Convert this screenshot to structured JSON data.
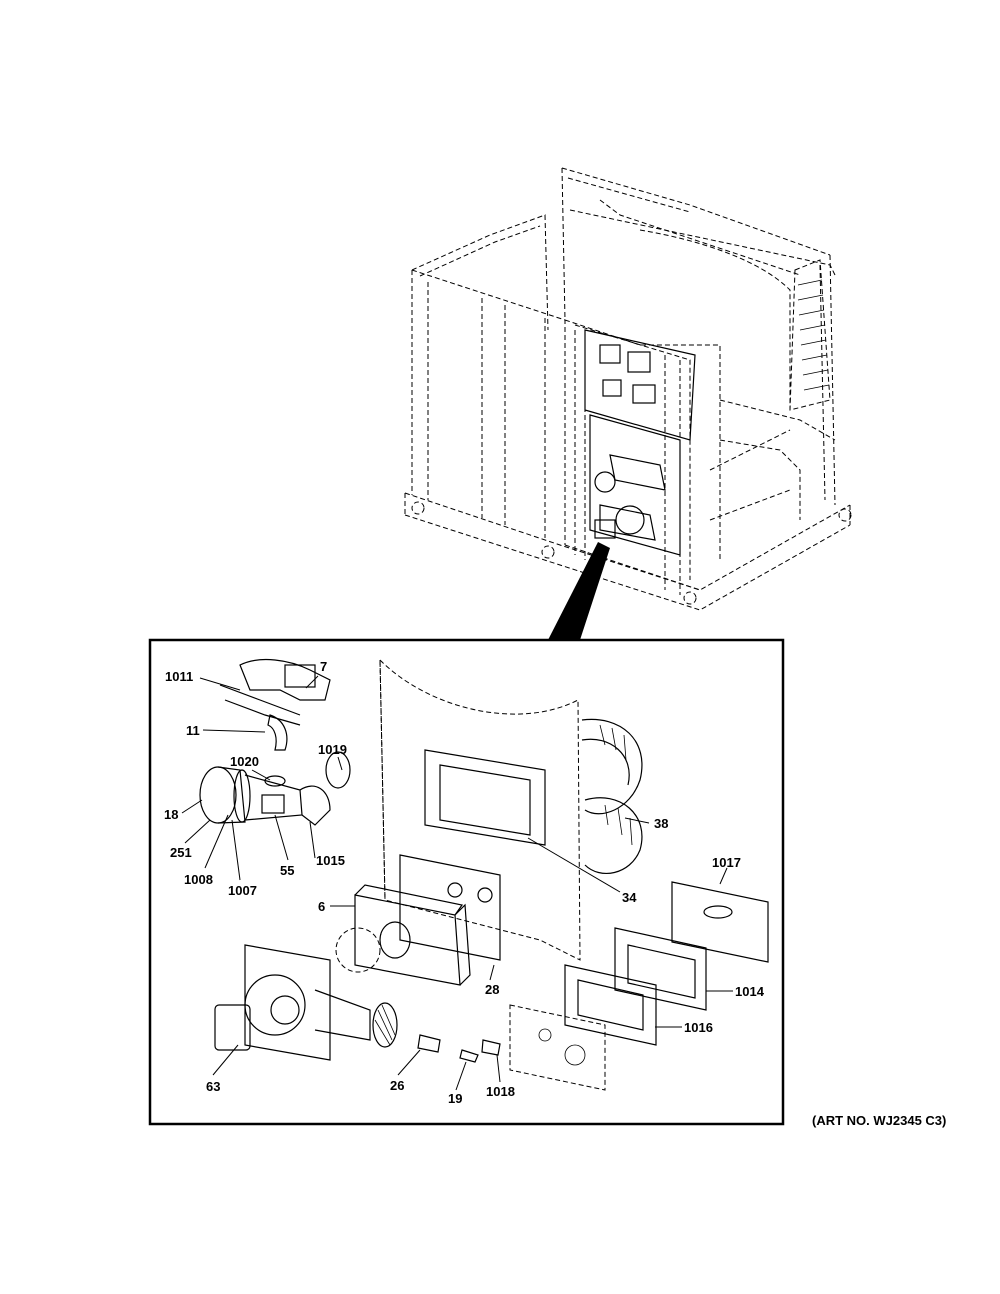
{
  "art_number": "(ART NO. WJ2345 C3)",
  "callouts": {
    "c1011": "1011",
    "c7": "7",
    "c11": "11",
    "c1020": "1020",
    "c1019": "1019",
    "c18": "18",
    "c251": "251",
    "c1008": "1008",
    "c1007": "1007",
    "c55": "55",
    "c1015": "1015",
    "c38": "38",
    "c34": "34",
    "c1017": "1017",
    "c6": "6",
    "c28": "28",
    "c1014": "1014",
    "c1016": "1016",
    "c63": "63",
    "c26": "26",
    "c19": "19",
    "c1018": "1018"
  }
}
